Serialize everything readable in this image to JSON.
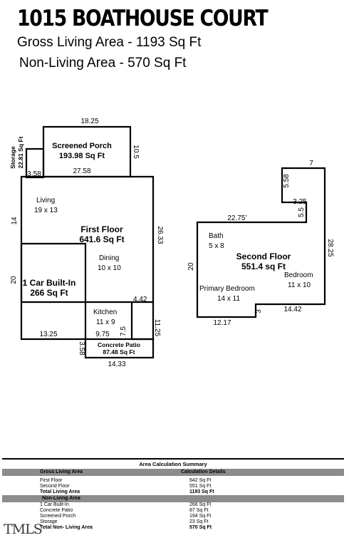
{
  "header": {
    "title": "1015 BOATHOUSE COURT",
    "gross_living": "Gross Living Area - 1193 Sq Ft",
    "non_living": "Non-Living Area - 570 Sq Ft"
  },
  "plan": {
    "porch": {
      "name": "Screened Porch",
      "area": "193.98 Sq Ft",
      "dim_top": "18.25",
      "dim_right": "10.5",
      "dim_bottom": "27.58"
    },
    "storage": {
      "name": "Storage",
      "area": "22.81 Sq Ft",
      "dim": "3.58"
    },
    "first_floor": {
      "name": "First Floor",
      "area": "641.6 Sq Ft",
      "dim_left": "14",
      "dim_right": "26.33",
      "dim_notch": "4.42",
      "dim_right_lower": "11.25",
      "dim_inner": "7.5",
      "dim_bottom": "9.75"
    },
    "garage": {
      "name": "1 Car Built-In",
      "area": "266 Sq Ft",
      "dim_left": "20",
      "dim_bottom": "13.25"
    },
    "patio": {
      "name": "Concrete Patio",
      "area": "87.48 Sq Ft",
      "dim_left": "3.58",
      "dim_bottom": "14.33"
    },
    "rooms_first": [
      {
        "name": "Living",
        "size": "19 x 13"
      },
      {
        "name": "Dining",
        "size": "10 x 10"
      },
      {
        "name": "Kitchen",
        "size": "11 x 9"
      }
    ],
    "second_floor": {
      "name": "Second Floor",
      "area": "551.4 sq Ft",
      "dim_top": "7",
      "dim_5_58": "5.58",
      "dim_3_25": "3.25",
      "dim_5_5": "5.5",
      "dim_22_75": "22.75’",
      "dim_right": "28.25",
      "dim_left": "20",
      "dim_14_42": "14.42",
      "dim_3": "3",
      "dim_bottom": "12.17"
    },
    "rooms_second": [
      {
        "name": "Bath",
        "size": "5 x 8"
      },
      {
        "name": "Bedroom",
        "size": "11 x 10"
      },
      {
        "name": "Primary Bedroom",
        "size": "14 x 11"
      }
    ]
  },
  "summary": {
    "caption": "Area Calculation Summary",
    "gross_header": "Gross Living Area",
    "calc_header": "Calculation Details",
    "gross_rows": [
      {
        "label": "First Floor",
        "value": "642 Sq Ft"
      },
      {
        "label": "Second Floor",
        "value": "551 Sq Ft"
      }
    ],
    "gross_total": {
      "label": "Total Living Area",
      "value": "1193 Sq Ft"
    },
    "non_header": "Non-Living Area",
    "non_rows": [
      {
        "label": "1 Car Built-In",
        "value": "266 Sq Ft"
      },
      {
        "label": "Concrete Patio",
        "value": "87 Sq Ft"
      },
      {
        "label": "Screened Porch",
        "value": "194 Sq Ft"
      },
      {
        "label": "Storage",
        "value": "23 Sq Ft"
      }
    ],
    "non_total": {
      "label": "Total Non- Living Area",
      "value": "570 Sq Ft"
    }
  },
  "watermark": "TMLS"
}
